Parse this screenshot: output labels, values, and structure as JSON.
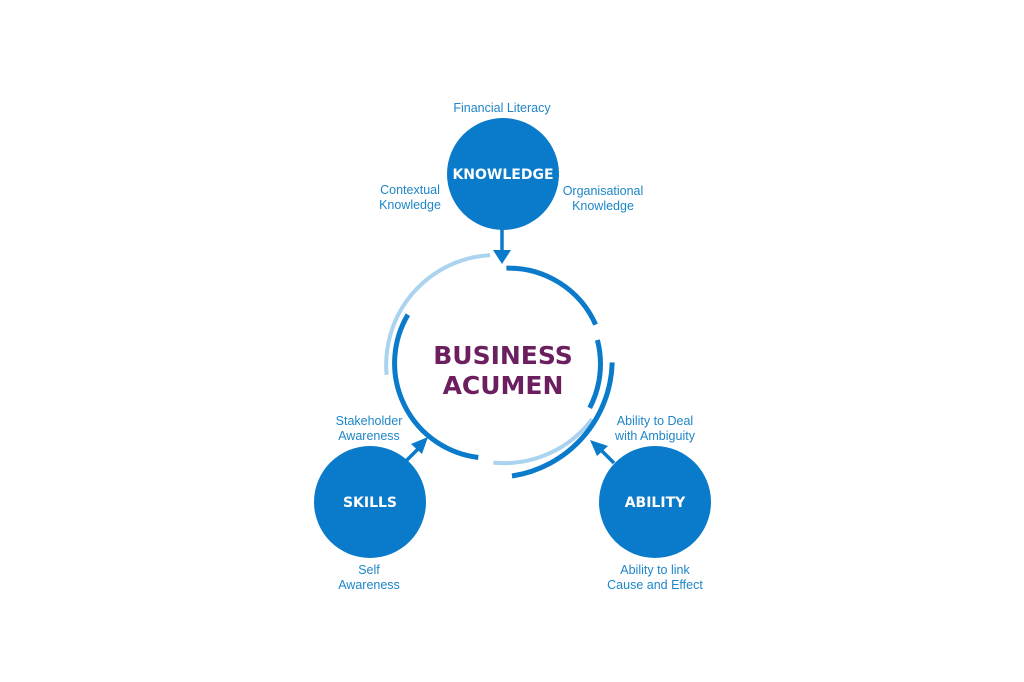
{
  "center": {
    "line1": "BUSINESS",
    "line2": "ACUMEN"
  },
  "nodes": {
    "knowledge": {
      "label": "KNOWLEDGE",
      "annotations": {
        "top": "Financial Literacy",
        "left_line1": "Contextual",
        "left_line2": "Knowledge",
        "right_line1": "Organisational",
        "right_line2": "Knowledge"
      }
    },
    "skills": {
      "label": "SKILLS",
      "annotations": {
        "top_line1": "Stakeholder",
        "top_line2": "Awareness",
        "bottom_line1": "Self",
        "bottom_line2": "Awareness"
      }
    },
    "ability": {
      "label": "ABILITY",
      "annotations": {
        "top_line1": "Ability to Deal",
        "top_line2": "with Ambiguity",
        "bottom_line1": "Ability to link",
        "bottom_line2": "Cause and Effect"
      }
    }
  },
  "colors": {
    "node_blue": "#0a7acb",
    "ring_light_blue": "#a9d3ee",
    "center_text_purple": "#6b1f5e",
    "annotation_blue": "#1e86c8",
    "background": "#ffffff"
  }
}
